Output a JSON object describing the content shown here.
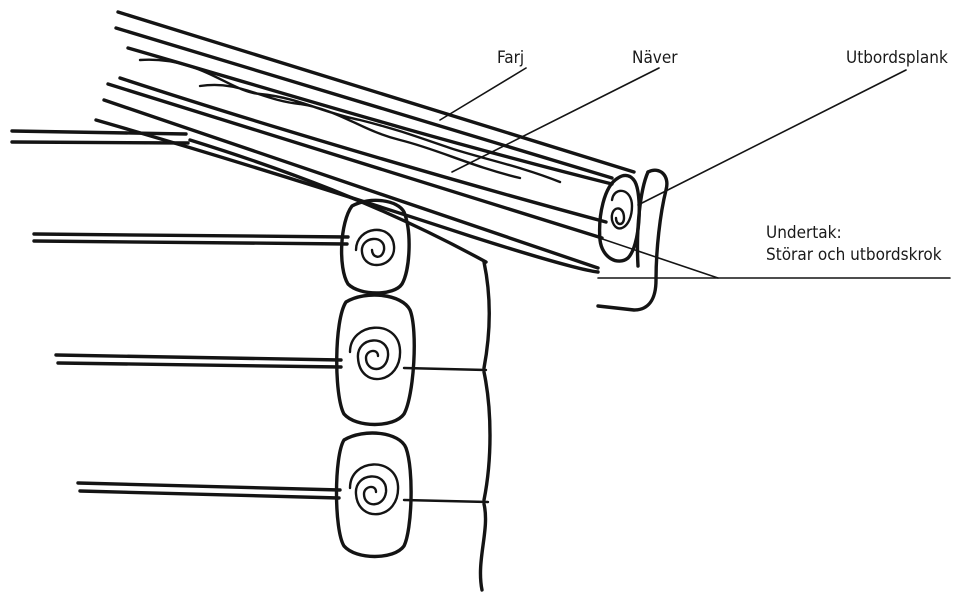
{
  "labels": {
    "farj": "Farj",
    "naver": "Näver",
    "utbordsplank": "Utbordsplank",
    "undertak_line1": "Undertak:",
    "undertak_line2": "Störar och utbordskrok"
  },
  "colors": {
    "ink": "#141414",
    "background": "#ffffff"
  }
}
